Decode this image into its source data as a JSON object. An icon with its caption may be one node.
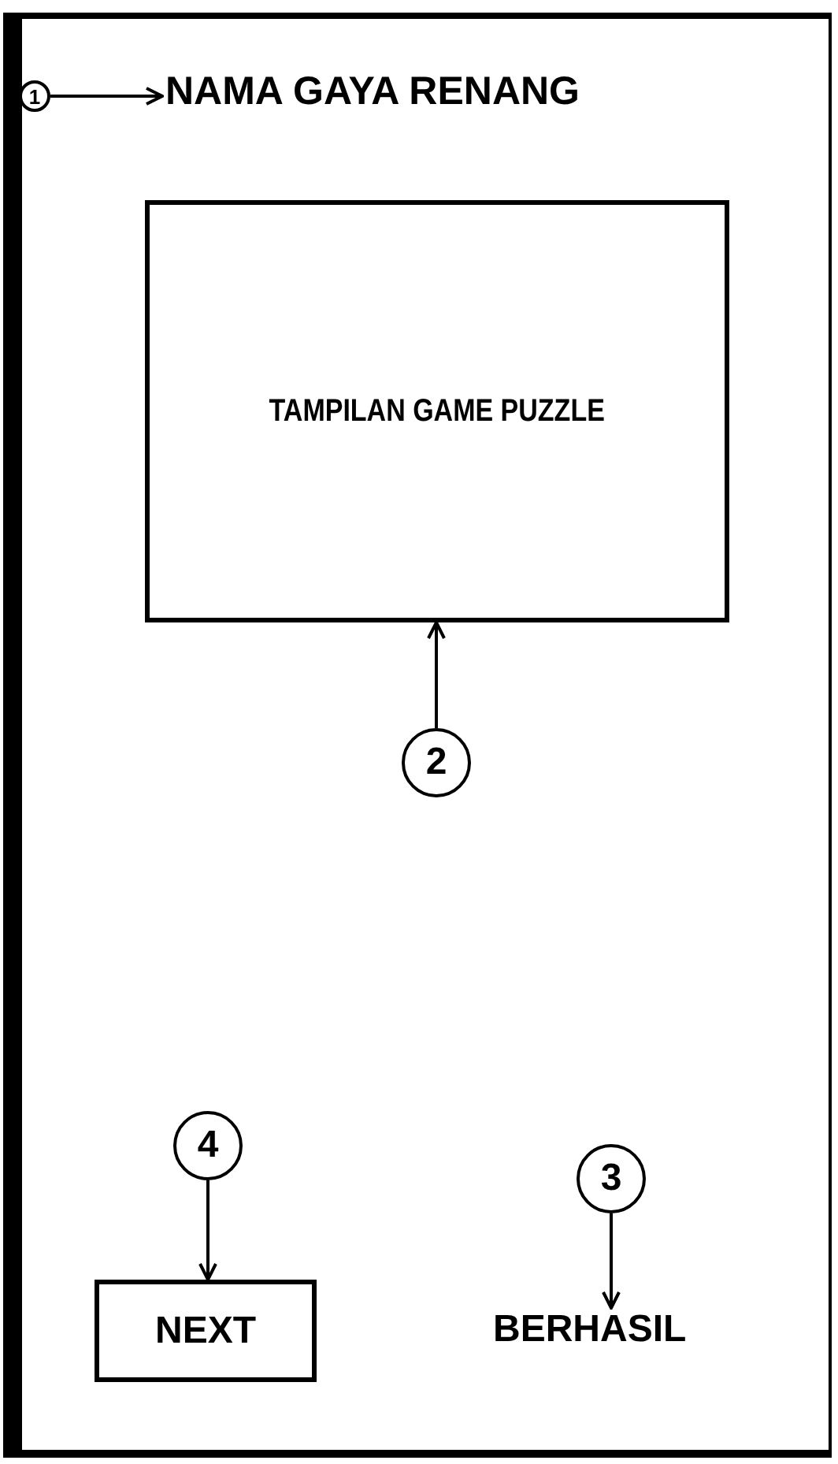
{
  "diagram": {
    "nodes": [
      {
        "text": [
          "1"
        ]
      },
      {
        "text": [
          "NAMA GAYA RENANG"
        ]
      },
      {
        "text": [
          "TAMPILAN GAME PUZZLE"
        ]
      },
      {
        "text": [
          "2"
        ]
      },
      {
        "text": [
          "4"
        ]
      },
      {
        "text": [
          "3"
        ]
      },
      {
        "text": [
          "NEXT"
        ]
      },
      {
        "text": [
          "BERHASIL"
        ]
      }
    ],
    "edges": [
      {
        "from": 0,
        "to": 1,
        "arrow": "to"
      },
      {
        "from": 3,
        "to": 2,
        "arrow": "to"
      },
      {
        "from": 4,
        "to": 6,
        "arrow": "to"
      },
      {
        "from": 5,
        "to": 7,
        "arrow": "to"
      }
    ]
  }
}
